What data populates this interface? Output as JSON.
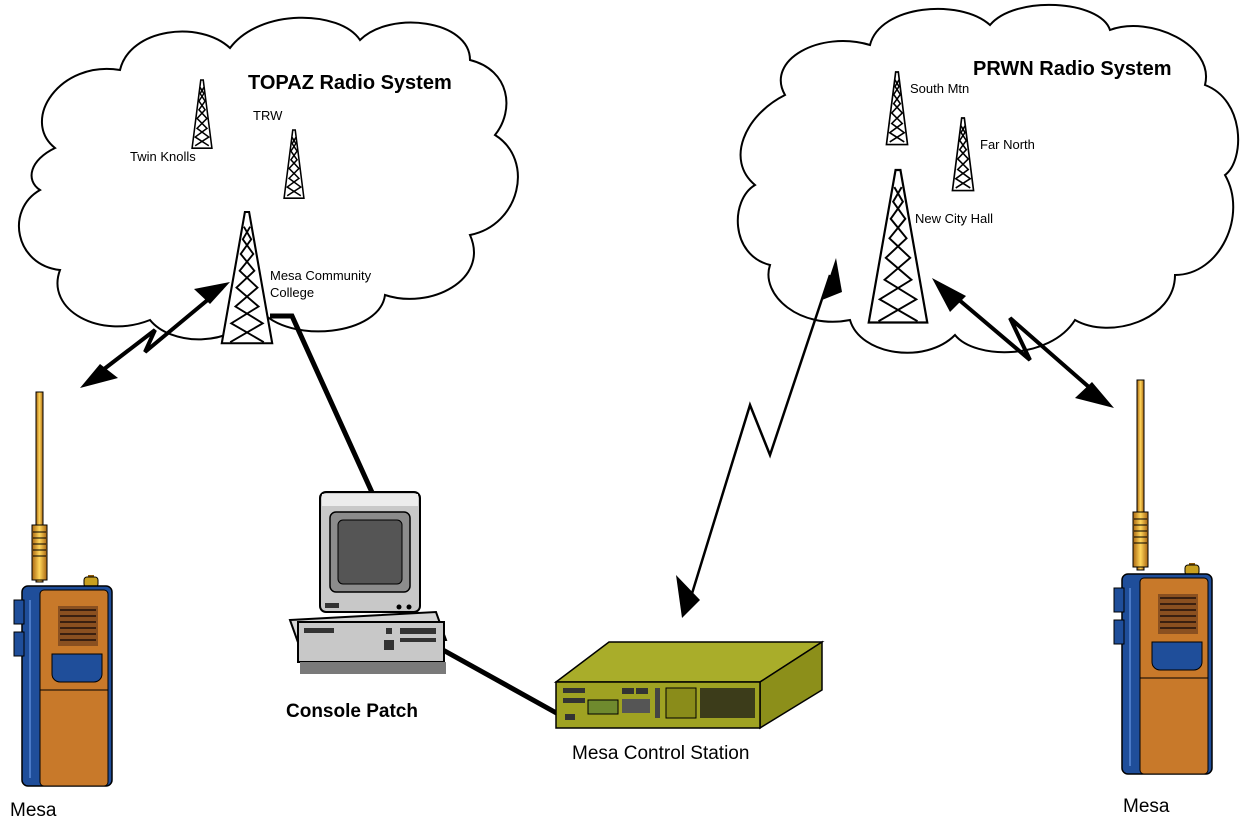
{
  "topaz": {
    "title": "TOPAZ Radio System",
    "sites": {
      "twin_knolls": "Twin Knolls",
      "trw": "TRW",
      "mcc_line1": "Mesa Community",
      "mcc_line2": "College"
    }
  },
  "prwn": {
    "title": "PRWN Radio System",
    "sites": {
      "south_mtn": "South Mtn",
      "far_north": "Far North",
      "new_city_hall": "New City Hall"
    }
  },
  "devices": {
    "console": "Console Patch",
    "control_station": "Mesa Control Station",
    "radio_left": "Mesa",
    "radio_right": "Mesa"
  },
  "colors": {
    "radio_body": "#c8792a",
    "radio_side": "#1f4e9a",
    "station": "#9fa222",
    "station_panel": "#a9ad2a",
    "computer": "#c8c8c8",
    "screen": "#555555"
  }
}
